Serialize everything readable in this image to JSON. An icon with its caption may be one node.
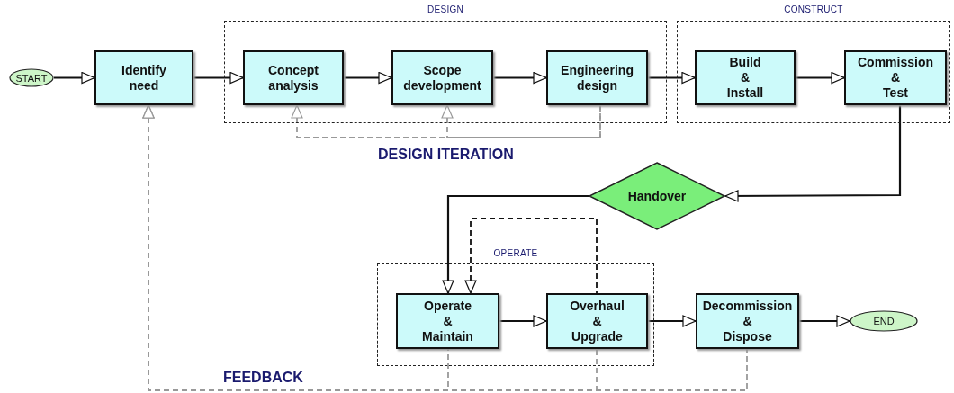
{
  "diagram": {
    "nodes": [
      {
        "text": [
          "START"
        ]
      },
      {
        "text": [
          "Identify need"
        ]
      },
      {
        "text": [
          "DESIGN"
        ]
      },
      {
        "text": [
          "Concept analysis"
        ],
        "in": 2
      },
      {
        "text": [
          "Scope development"
        ],
        "in": 2
      },
      {
        "text": [
          "Engineering design"
        ],
        "in": 2
      },
      {
        "text": [
          "CONSTRUCT"
        ]
      },
      {
        "text": [
          "Build & Install"
        ],
        "in": 6
      },
      {
        "text": [
          "Commission & Test"
        ],
        "in": 6
      },
      {
        "text": [
          "Handover"
        ]
      },
      {
        "text": [
          "OPERATE"
        ]
      },
      {
        "text": [
          "Operate & Maintain"
        ],
        "in": 10
      },
      {
        "text": [
          "Overhaul & Upgrade"
        ],
        "in": 10
      },
      {
        "text": [
          "Decommission & Dispose"
        ]
      },
      {
        "text": [
          "END"
        ]
      }
    ],
    "edges": [
      {
        "from": 0,
        "to": 1,
        "arrow": "to"
      },
      {
        "from": 1,
        "to": 3,
        "arrow": "to"
      },
      {
        "from": 3,
        "to": 4,
        "arrow": "to"
      },
      {
        "from": 4,
        "to": 5,
        "arrow": "to"
      },
      {
        "from": 5,
        "to": 7,
        "arrow": "to"
      },
      {
        "from": 7,
        "to": 8,
        "arrow": "to"
      },
      {
        "from": 8,
        "to": 9,
        "arrow": "to"
      },
      {
        "from": 9,
        "to": 11,
        "arrow": "to"
      },
      {
        "from": 11,
        "to": 12,
        "arrow": "to"
      },
      {
        "from": 12,
        "to": 13,
        "arrow": "to"
      },
      {
        "from": 13,
        "to": 14,
        "arrow": "to"
      },
      {
        "from": 5,
        "to": 3,
        "arrow": "to",
        "style": "dashed",
        "color": "#999999"
      },
      {
        "from": 5,
        "to": 4,
        "arrow": "to",
        "style": "dashed",
        "color": "#999999"
      },
      {
        "from": 12,
        "to": 11,
        "arrow": "to",
        "style": "dashed"
      },
      {
        "from": 11,
        "to": 1,
        "arrow": "to",
        "style": "dashed",
        "color": "#999999"
      },
      {
        "from": 12,
        "to": 1,
        "arrow": "to",
        "style": "dashed",
        "color": "#999999"
      },
      {
        "from": 13,
        "to": 1,
        "arrow": "to",
        "style": "dashed",
        "color": "#999999"
      }
    ],
    "labels": [
      "DESIGN ITERATION",
      "FEEDBACK"
    ]
  }
}
